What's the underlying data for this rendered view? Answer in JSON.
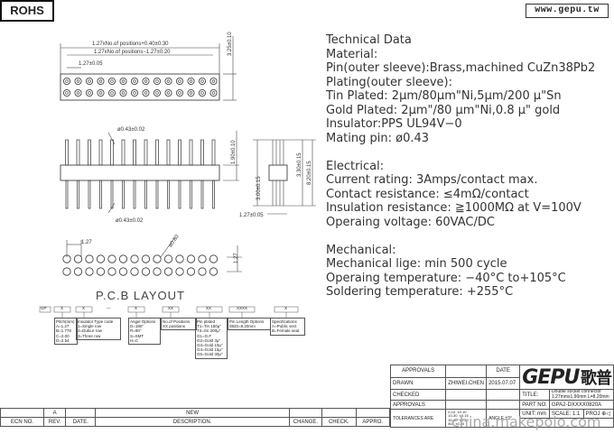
{
  "header": {
    "rohs": "ROHS",
    "website": "www.gepu.tw"
  },
  "dimensions": {
    "overall_length": "1.27xNo.of positions+0.40±0.30",
    "inner_length": "1.27xNo.of positions−1.27±0.20",
    "pitch_top": "1.27±0.05",
    "height_top": "3.25±0.10",
    "pin_dia_top": "ø0.43±0.02",
    "pin_dia_bottom": "ø0.43±0.02",
    "insulator_height": "1.90±0.10",
    "upper_pin": "3.30±0.15",
    "total_pin": "8.20±0.15",
    "lower_pin": "3.00±0.15",
    "pitch_side": "1.27±0.05",
    "pcb_pitch_x": "1.27",
    "pcb_hole": "ø0.80",
    "pcb_pitch_y": "1.27"
  },
  "pcb_layout_label": "P.C.B LAYOUT",
  "technical": [
    "Technical Data",
    "Material:",
    "Pin(outer sleeve):Brass,machined CuZn38Pb2",
    "Plating(outer sleeve):",
    "Tin Plated: 2μm/80μm\"Ni,5μm/200 μ\"Sn",
    "Gold Plated: 2μm\"/80 μm\"Ni,0.8 μ\" gold",
    "Insulator:PPS UL94V−0",
    "Mating pin: ø0.43",
    "",
    "Electrical:",
    "Current rating: 3Amps/contact max.",
    "Contact resistance: ≤4mΩ/contact",
    "Insulation resistance: ≧1000MΩ at V=100V",
    "Operaing voltage: 60VAC/DC",
    "",
    "Mechanical:",
    "Mechanical lige: min 500 cycle",
    "Operaing temperature: −40°C  to+105°C",
    "Soldering temperature: +255°C"
  ],
  "ordering": {
    "code": [
      "GP",
      "X",
      "X",
      "—",
      "X",
      "XX",
      "XX",
      "XXXX",
      "X"
    ],
    "pitch": "Pitch(mm)\nA=1.27\nB=1.778\nC=2.00\nD=2.54",
    "insulator": "Insulator Type code\n1=Single row\n2=DubLe row\n3=Three row",
    "angle": "Angel Options\nD=180°\nR=90°\nS=SMT\nH=C",
    "positions": "No.of Positions\nXX positions",
    "pin_plated": "Pin plated\nT1=Tin 150μ\"\nT2=Sn 200μ\"\nG1=G.F\nG2=Gold 3μ\"\nG3=Gold 10μ\"\nG4=Gold 15μ\"\nG5=Gold 30μ\"",
    "pin_length": "Pin Length Options\n0820=8.20mm",
    "special": "Specifications\nA=Public sect\nB=Female seat"
  },
  "title_block": {
    "approvals": "APPROVALS",
    "date": "DATE",
    "drawn": "DRAWN",
    "drawn_by": "ZHIWEI.CHEN",
    "drawn_date": "2015.07.07",
    "checked": "CHECKED",
    "approvals2": "APPROVALS",
    "brand": "GEPU",
    "brand_cn": "歌普",
    "title_label": "TITLE:",
    "title": "Double socket connector 1.27mmx1.90mm L=8.20mm",
    "part_no_label": "PART NO.",
    "part_no": "GPA2-DXXXX0820A",
    "tol_label": "TOLERANCES ARE",
    "tol": [
      "0-10  ±0.10",
      "10-30  ±0.15",
      "30-80  ±0.20",
      "80-  ±0.30"
    ],
    "angle_label": "ANGLE",
    "angle_val": "±3°",
    "unit": "UNIT: mm",
    "scale": "SCALE: 1:1",
    "proj": "PROJ"
  },
  "revision": {
    "rev": "A",
    "desc": "NEW",
    "headers": [
      "ECN NO.",
      "REV.",
      "DATE.",
      "DESCRIPTION.",
      "CHANGE.",
      "CHECK.",
      "APPRO."
    ]
  },
  "watermark": "china.makepolo.com"
}
